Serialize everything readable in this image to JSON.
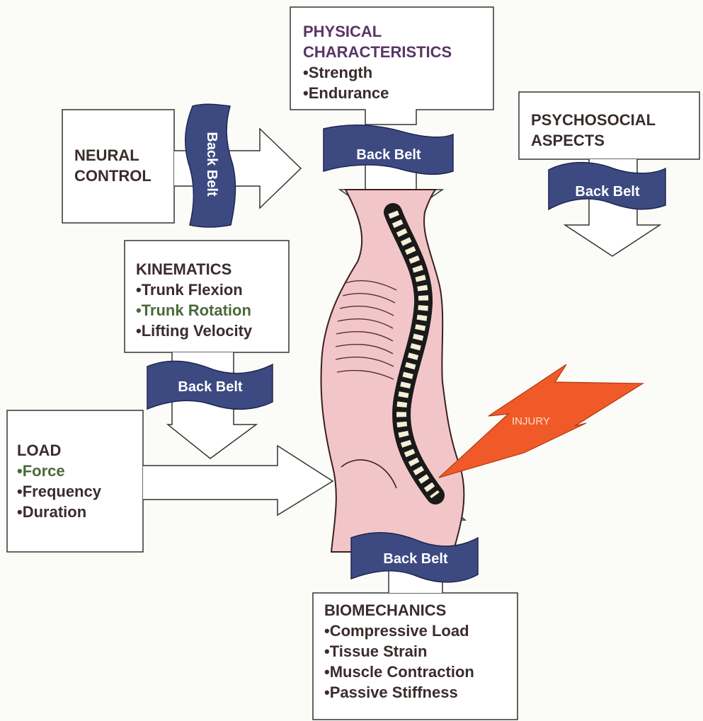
{
  "physical": {
    "title_1": "PHYSICAL",
    "title_2": "CHARACTERISTICS",
    "items": [
      "•Strength",
      "•Endurance"
    ]
  },
  "psychosocial": {
    "title_1": "PSYCHOSOCIAL",
    "title_2": "ASPECTS"
  },
  "neural": {
    "title_1": "NEURAL",
    "title_2": "CONTROL"
  },
  "kinematics": {
    "title": "KINEMATICS",
    "items": [
      "•Trunk Flexion",
      "•Trunk Rotation",
      "•Lifting Velocity"
    ]
  },
  "load": {
    "title": "LOAD",
    "items": [
      "•Force",
      "•Frequency",
      "•Duration"
    ]
  },
  "biomechanics": {
    "title": "BIOMECHANICS",
    "items": [
      "•Compressive Load",
      "•Tissue Strain",
      "•Muscle Contraction",
      "•Passive Stiffness"
    ]
  },
  "belt_label": "Back Belt",
  "injury_label": "INJURY",
  "colors": {
    "belt": "#3d4a82",
    "belt_edge": "#1e2652",
    "torso": "#f2c6c8",
    "torso_outline": "#3a2020",
    "bolt": "#f05a28",
    "header_purple": "#5a3565",
    "green_text": "#4a6a3a"
  }
}
